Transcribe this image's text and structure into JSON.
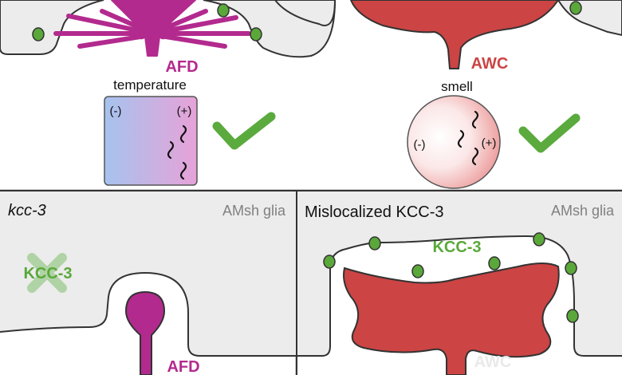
{
  "top": {
    "afd_label": "AFD",
    "awc_label": "AWC",
    "temperature_label": "temperature",
    "smell_label": "smell",
    "minus_sign": "(-)",
    "plus_sign": "(+)"
  },
  "panel_kcc3": {
    "title": "kcc-3",
    "glia_label": "AMsh glia",
    "kcc3_label": "KCC-3",
    "afd_label": "AFD"
  },
  "panel_mislocalized": {
    "title": "Mislocalized KCC-3",
    "glia_label": "AMsh glia",
    "kcc3_label": "KCC-3",
    "awc_label": "AWC"
  },
  "colors": {
    "afd": "#b32a8e",
    "awc": "#cc4444",
    "kcc3": "#5aa83a",
    "check": "#5aaa3e",
    "glia_fill": "#ececec",
    "glia_text": "#808080"
  },
  "icons": {
    "check": "check-icon",
    "cross": "cross-icon"
  }
}
